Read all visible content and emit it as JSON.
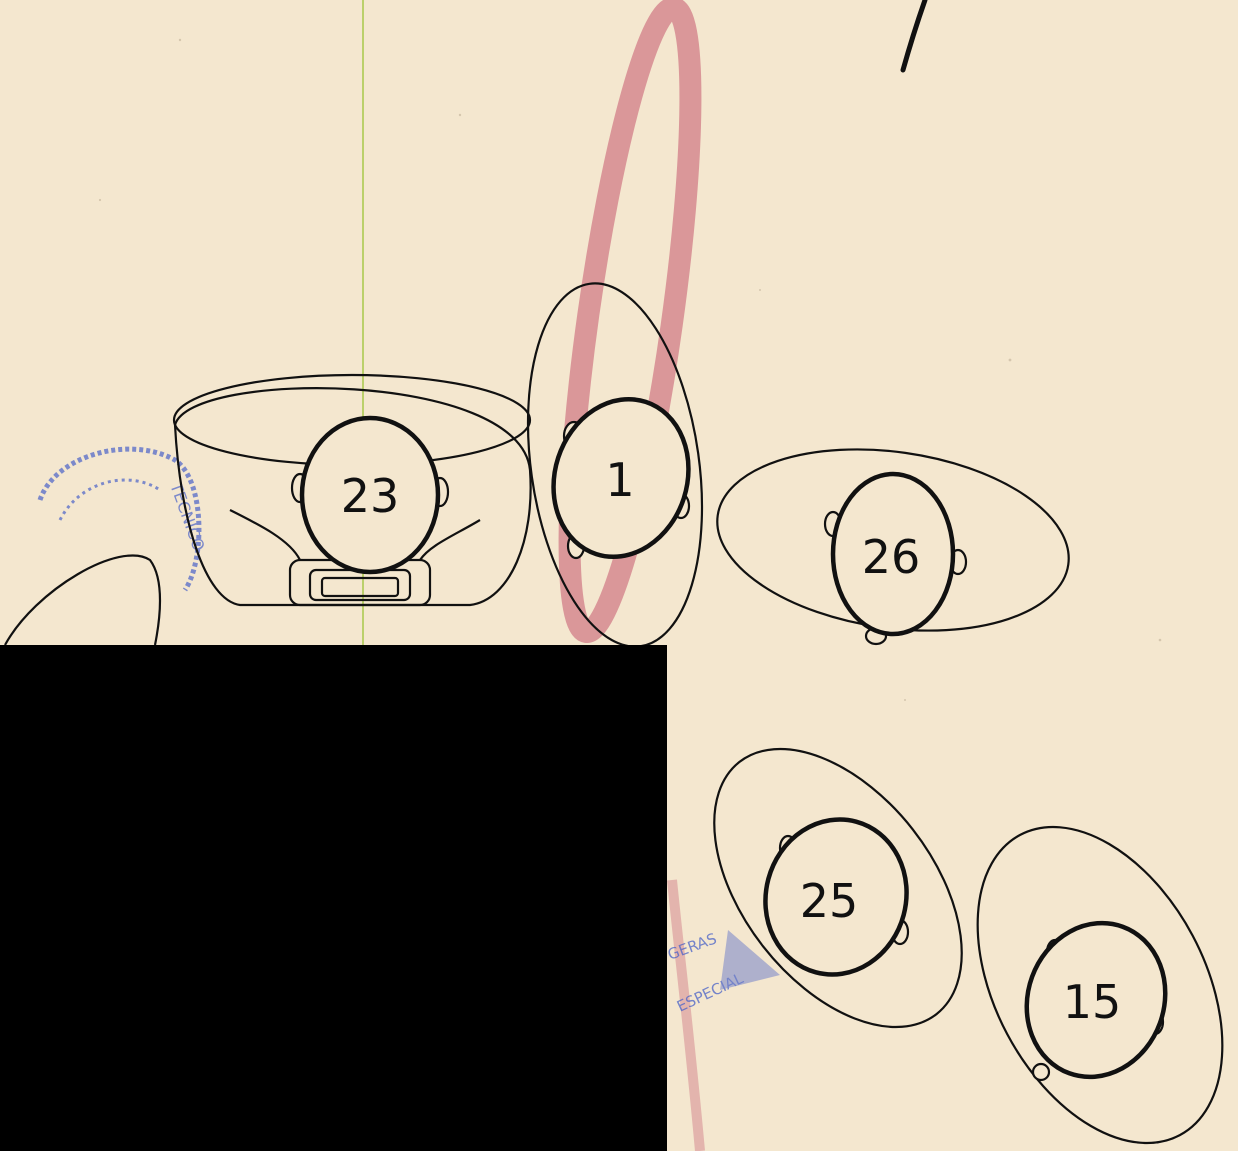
{
  "colors": {
    "paper": "#f4e7cf",
    "ink": "#111111",
    "red_pencil": "#c4566e",
    "stamp_blue": "#4a62c8",
    "guide_line": "#a8c84a",
    "redaction": "#000000"
  },
  "figures": [
    {
      "id": "figure-23",
      "label": "23",
      "shape": "seated person with wide oval base, viewed from above"
    },
    {
      "id": "figure-1",
      "label": "1",
      "shape": "person with tall oval, viewed from above"
    },
    {
      "id": "figure-26",
      "label": "26",
      "shape": "person with horizontal oval, viewed from above"
    },
    {
      "id": "figure-25",
      "label": "25",
      "shape": "person with tilted oval, viewed from above"
    },
    {
      "id": "figure-15",
      "label": "15",
      "shape": "person with tilted oval, viewed from above"
    }
  ],
  "annotations": {
    "red_pencil_loop": "red pencil oval stroke",
    "ink_slash": "handwritten pen stroke",
    "stamps": "faded blue rubber stamps",
    "redaction_block": "black redaction rectangle"
  },
  "stamp_text": [
    "TECNICO",
    "GERAS",
    "ESPECIAL"
  ]
}
